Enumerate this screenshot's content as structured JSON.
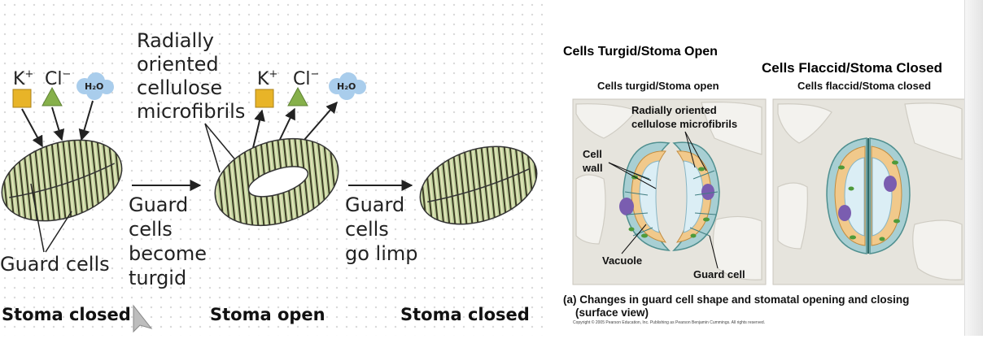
{
  "left": {
    "ions_1": {
      "k": "K",
      "k_sup": "+",
      "cl": "Cl",
      "cl_sup": "−",
      "water": "H₂O"
    },
    "ions_2": {
      "k": "K",
      "k_sup": "+",
      "cl": "Cl",
      "cl_sup": "−",
      "water": "H₂O"
    },
    "microfibril_label": [
      "Radially",
      "oriented",
      "cellulose",
      "microfibrils"
    ],
    "guard_cells_label": "Guard cells",
    "turgid_label": [
      "Guard",
      "cells",
      "become",
      "turgid"
    ],
    "limp_label": [
      "Guard",
      "cells",
      "go limp"
    ],
    "stage_labels": [
      "Stoma closed",
      "Stoma open",
      "Stoma closed"
    ]
  },
  "right": {
    "heading_open": "Cells Turgid/Stoma Open",
    "heading_closed": "Cells Flaccid/Stoma Closed",
    "sub_open": "Cells turgid/Stoma open",
    "sub_closed": "Cells flaccid/Stoma closed",
    "microfibrils": [
      "Radially oriented",
      "cellulose microfibrils"
    ],
    "cell_wall": [
      "Cell",
      "wall"
    ],
    "vacuole": "Vacuole",
    "guard_cell": "Guard cell",
    "caption": [
      "(a) Changes in guard cell shape and stomatal opening and closing",
      "(surface view)"
    ],
    "copyright": "Copyright © 2005 Pearson Education, Inc. Publishing as Pearson Benjamin Cummings. All rights reserved."
  },
  "colors": {
    "guard_green": "#b9cf9a",
    "stripe": "#3b3b2a",
    "ion_k": "#e8b428",
    "ion_cl": "#86b04a",
    "ion_water": "#a9cdec",
    "cell_cyan": "#b7dadd",
    "cell_orange": "#f1c98b",
    "nucleus": "#7a5db0",
    "chloroplast": "#4e9a3a"
  }
}
